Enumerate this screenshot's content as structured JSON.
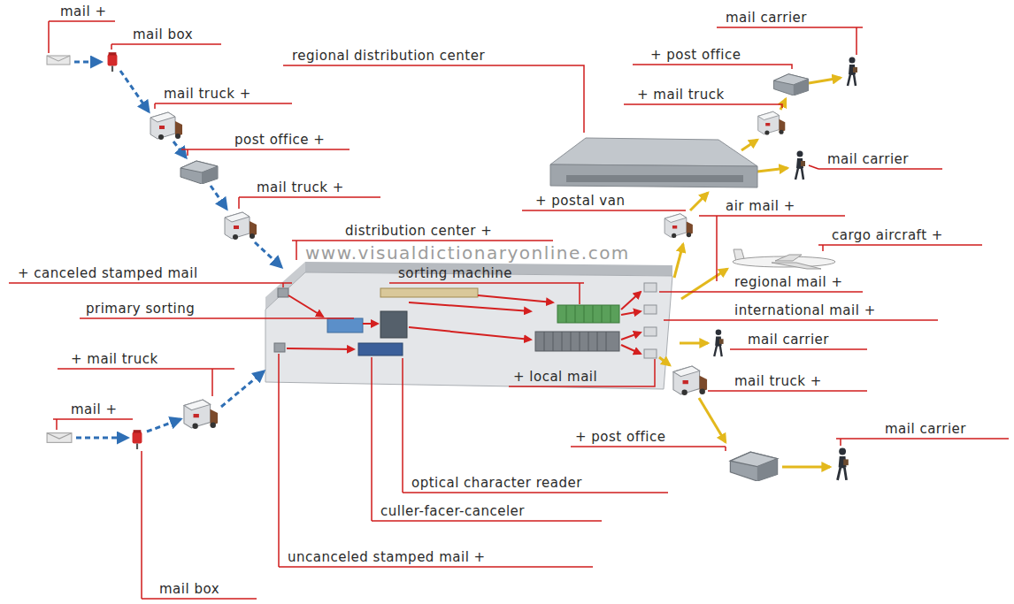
{
  "diagram": {
    "labels": [
      "mail +",
      "mail box",
      "regional distribution center",
      "mail carrier",
      "+ post office",
      "mail truck +",
      "+ mail truck",
      "post office +",
      "mail carrier",
      "mail truck +",
      "+ postal van",
      "air mail +",
      "distribution center +",
      "cargo aircraft +",
      "www.visualdictionaryonline.com",
      "+ canceled stamped mail",
      "sorting machine",
      "regional mail +",
      "primary sorting",
      "international mail +",
      "mail carrier",
      "+ mail truck",
      "+ local mail",
      "mail truck +",
      "mail +",
      "mail carrier",
      "+ post office",
      "optical character reader",
      "culler-facer-canceler",
      "uncanceled stamped mail +",
      "mail box"
    ]
  }
}
